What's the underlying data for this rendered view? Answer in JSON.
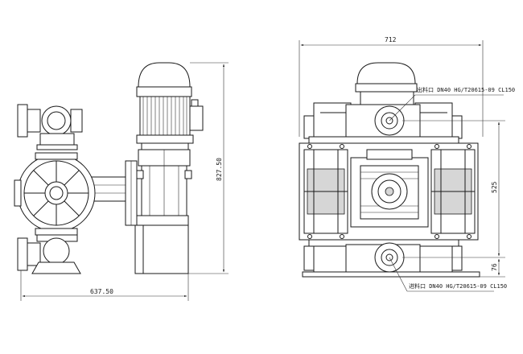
{
  "side_view": {
    "dim_height": "827.50",
    "dim_width": "637.50"
  },
  "front_view": {
    "dim_width": "712",
    "dim_center_height": "525",
    "dim_base_height": "76",
    "outlet_note": "出料口 DN40 HG/T20615-09 CL150",
    "inlet_note": "进料口 DN40 HG/T20615-09 CL150"
  }
}
